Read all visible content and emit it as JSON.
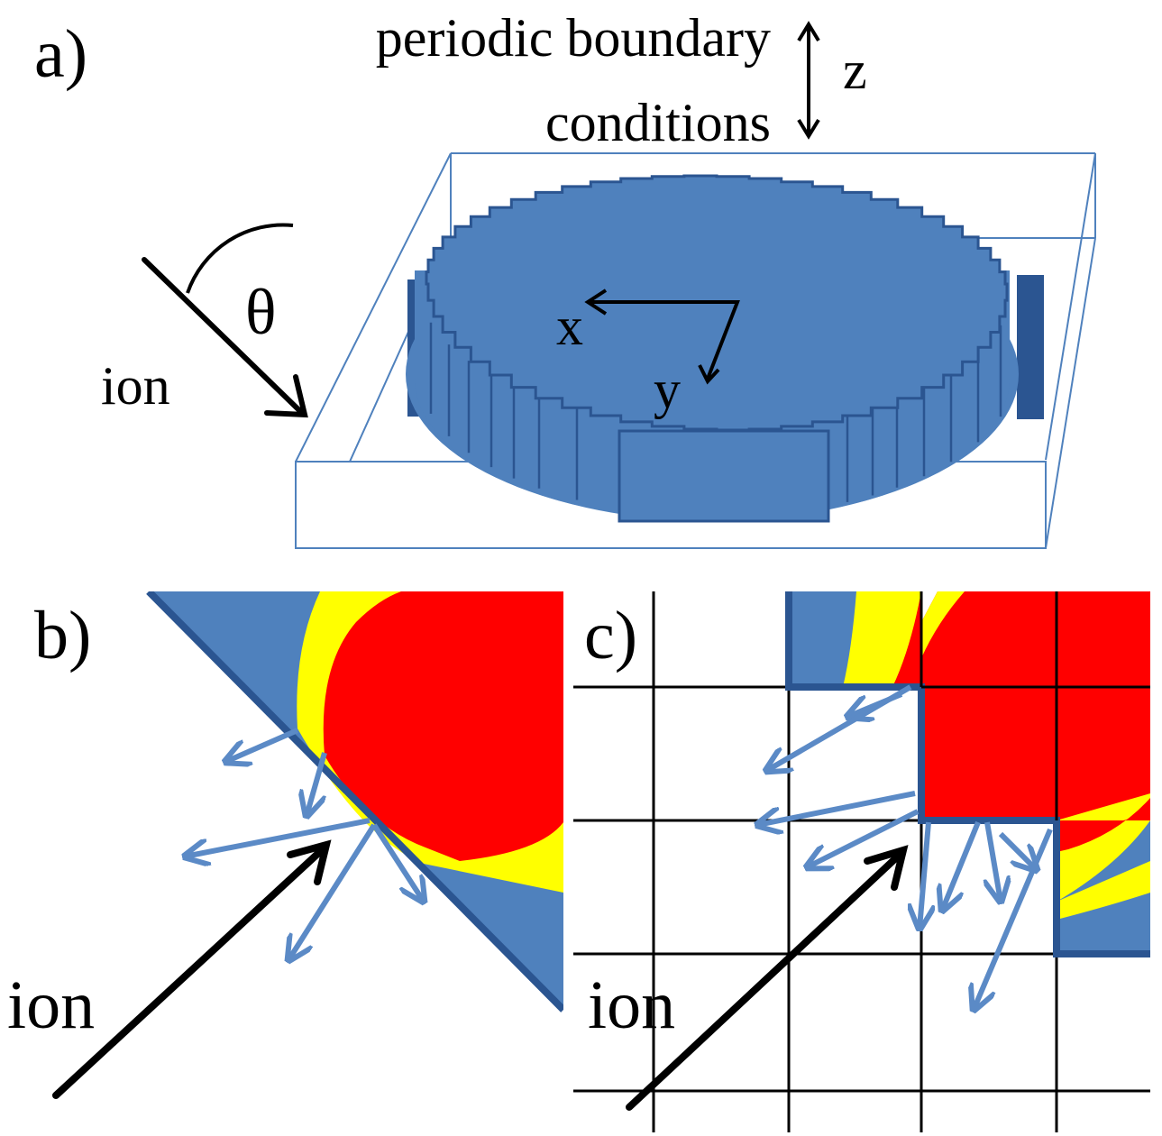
{
  "panel_a": {
    "label": "a)",
    "pbc_line1": "periodic boundary",
    "pbc_line2": "conditions",
    "z_label": "z",
    "theta_label": "θ",
    "ion_label": "ion",
    "x_label": "x",
    "y_label": "y"
  },
  "panel_b": {
    "label": "b)",
    "ion_label": "ion"
  },
  "panel_c": {
    "label": "c)",
    "ion_label": "ion"
  },
  "colors": {
    "substrate_blue": "#4f81bd",
    "edge_blue": "#2b5591",
    "yellow": "#ffff00",
    "red": "#ff0000",
    "arrow_blue": "#5b8ac6"
  }
}
